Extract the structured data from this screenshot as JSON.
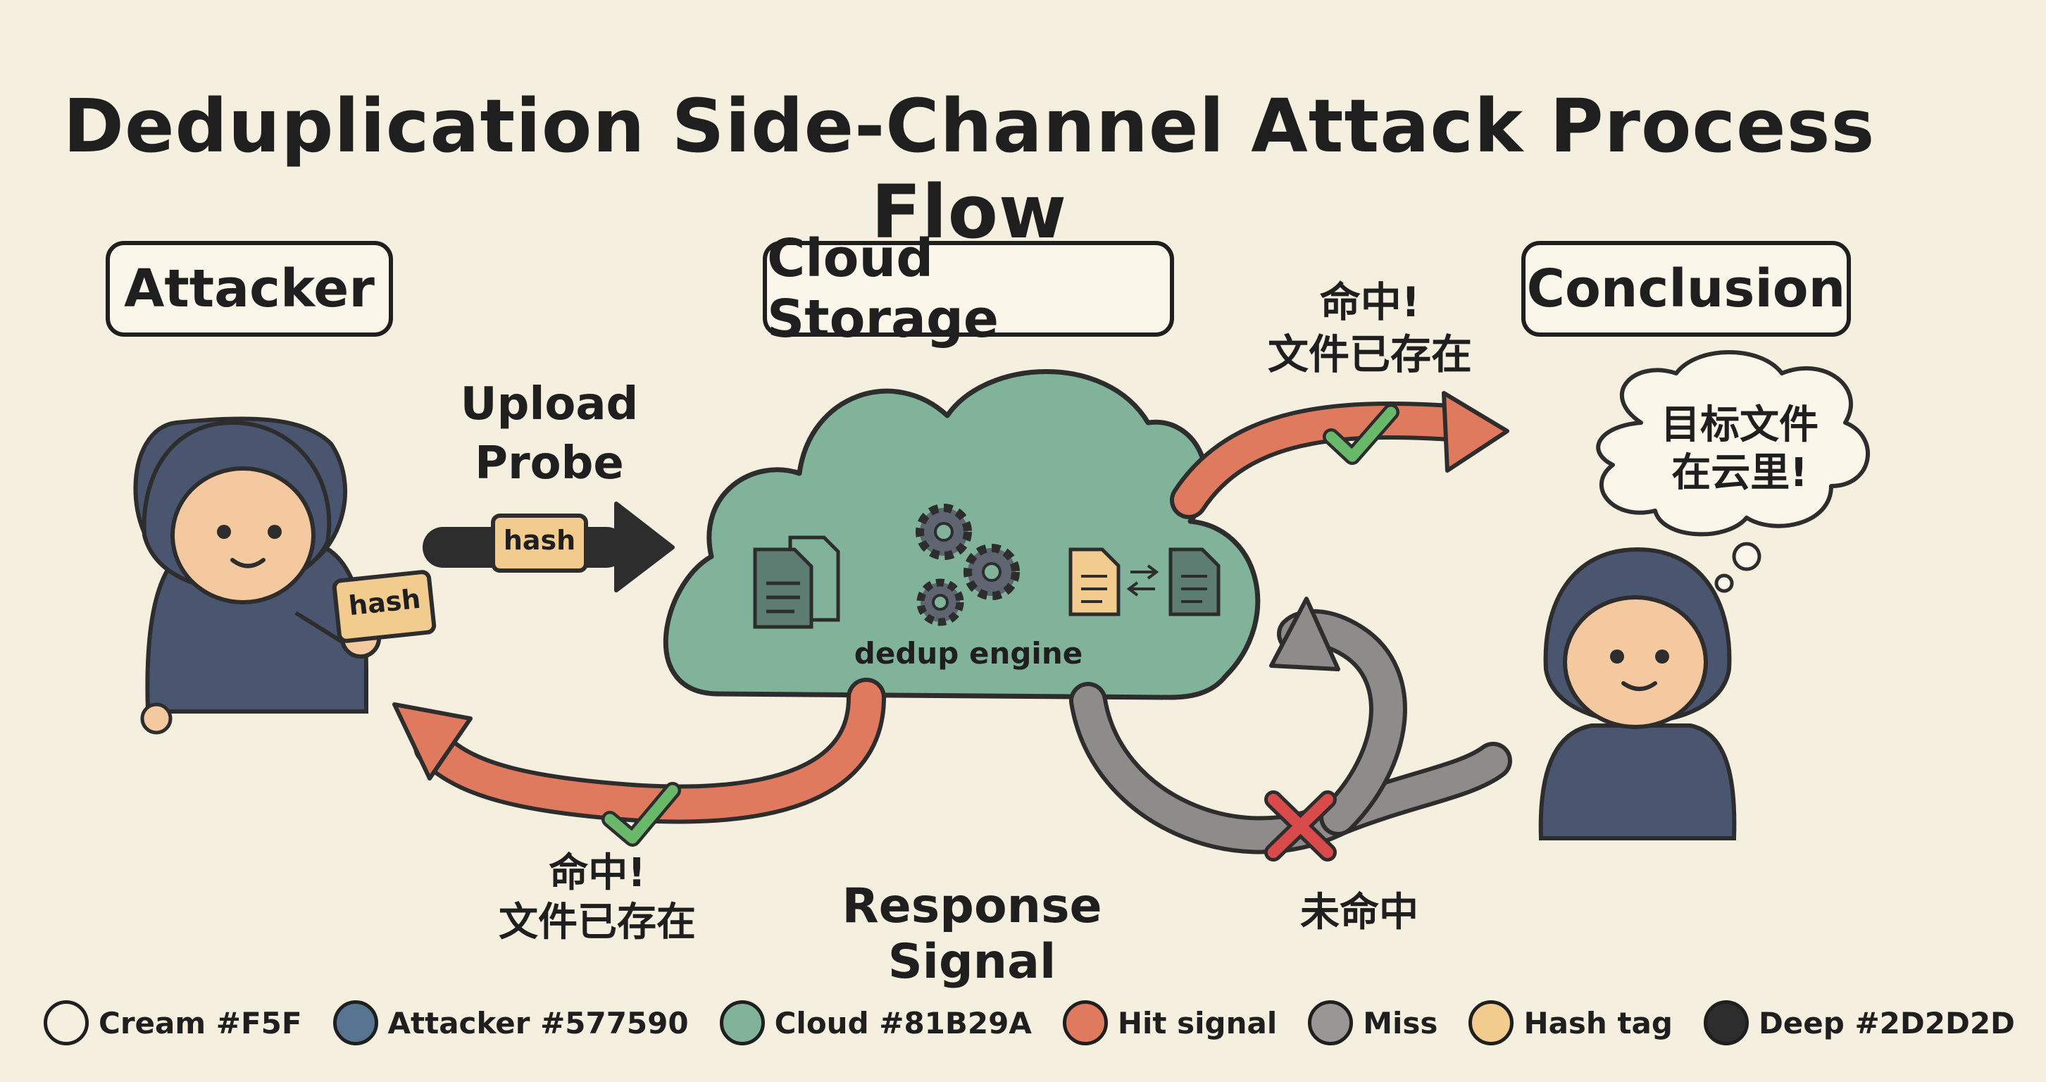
{
  "title": "Deduplication Side-Channel Attack Process Flow",
  "labels": {
    "attacker": "Attacker",
    "cloud_storage": "Cloud Storage",
    "conclusion": "Conclusion"
  },
  "upload_probe": {
    "line1": "Upload",
    "line2": "Probe",
    "tag": "hash"
  },
  "attacker_tag": "hash",
  "cloud": {
    "engine_label": "dedup engine"
  },
  "hit_top": {
    "line1": "命中!",
    "line2": "文件已存在"
  },
  "hit_bottom": {
    "line1": "命中!",
    "line2": "文件已存在"
  },
  "response_signal": "Response Signal",
  "miss_label": "未命中",
  "thought": {
    "line1": "目标文件",
    "line2": "在云里!"
  },
  "legend": [
    {
      "label": "Cream #F5F",
      "color": "#F5EFE0"
    },
    {
      "label": "Attacker  #577590",
      "color": "#577590"
    },
    {
      "label": "Cloud #81B29A",
      "color": "#81B29A"
    },
    {
      "label": "Hit signal",
      "color": "#E07A5F"
    },
    {
      "label": "Miss",
      "color": "#9A9696"
    },
    {
      "label": "Hash tag",
      "color": "#F2CC8F"
    },
    {
      "label": "Deep #2D2D2D",
      "color": "#2D2D2D"
    }
  ],
  "colors": {
    "hoodie": "#4A5670",
    "skin": "#F4C9A0",
    "cloud": "#81B29A",
    "hit": "#E07A5F",
    "miss": "#8E8B8B",
    "hash": "#F2CC8F",
    "deep": "#2D2D2D",
    "check": "#6AB86A",
    "cross": "#D94A4A"
  }
}
